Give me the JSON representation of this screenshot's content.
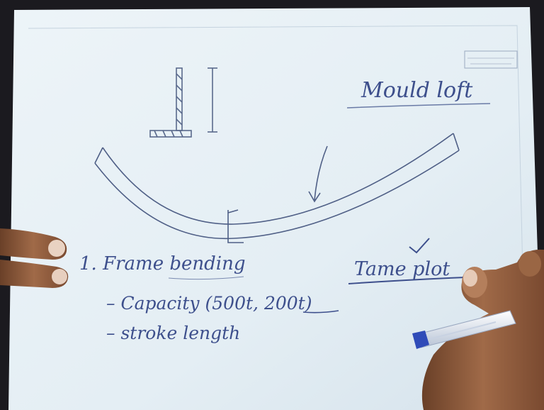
{
  "sheet": {
    "paper_color": "#e9f1f6",
    "ink_color": "#3d4f8c",
    "pencil_color": "#5a6a8c",
    "skin_color": "#8a5a3a"
  },
  "notes": {
    "title": "Mould loft",
    "heading": "1. Frame bending",
    "capacity_prefix": "– Capacity (",
    "capacity_value_1": "500t",
    "capacity_sep": ", ",
    "capacity_value_2": "200t",
    "capacity_suffix": ")",
    "stroke_length": "– stroke length",
    "tame_plot": "Tame plot"
  },
  "title_block": {
    "label": ""
  }
}
